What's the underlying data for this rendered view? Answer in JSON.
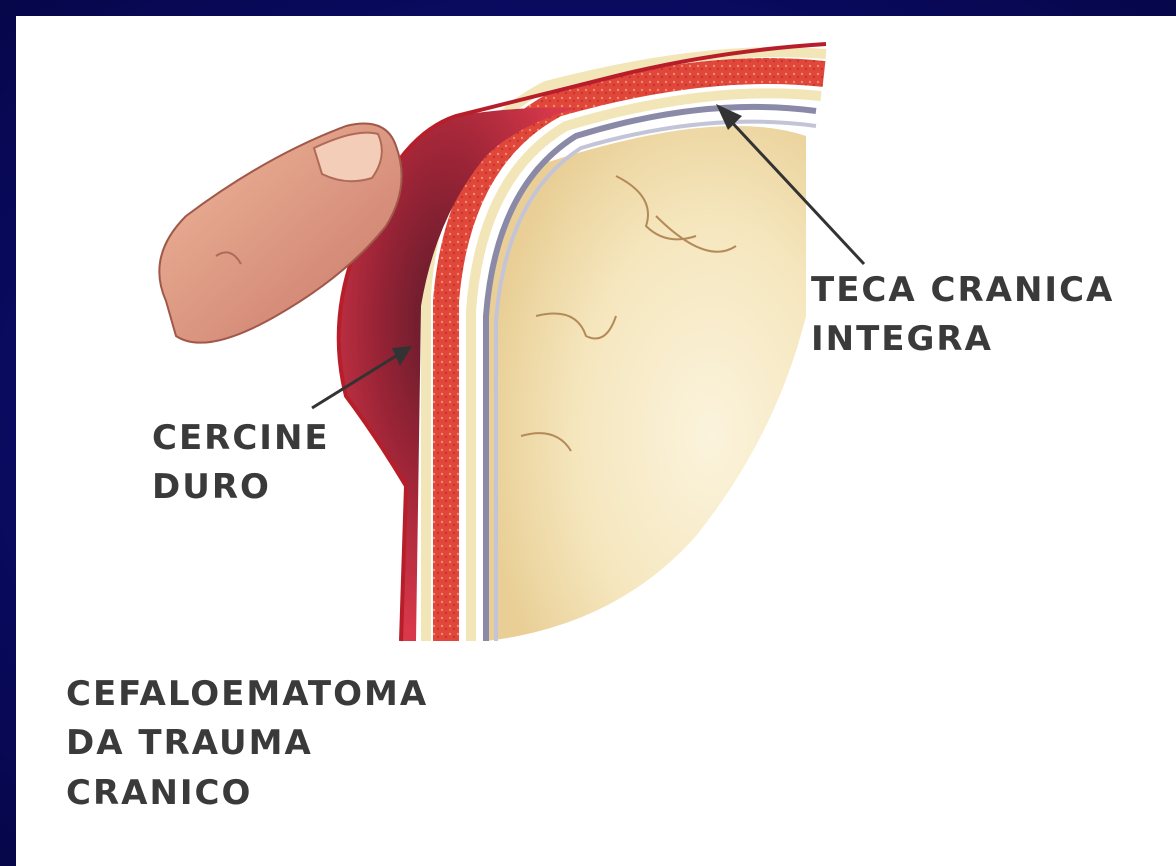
{
  "labels": {
    "teca": {
      "line1": "TECA CRANICA",
      "line2": "INTEGRA"
    },
    "cercine": {
      "line1": "CERCINE",
      "line2": "DURO"
    },
    "title": {
      "line1": "CEFALOEMATOMA",
      "line2": "DA TRAUMA",
      "line3": "CRANICO"
    }
  },
  "colors": {
    "background": "#0b0b66",
    "panel": "#ffffff",
    "scalp": "#d83a3a",
    "bone_marrow": "#e04a3a",
    "bone_edge": "#f2e6b8",
    "brain": "#f3e4b8",
    "hematoma": "#c82a3a",
    "finger": "#e8a888",
    "text": "#3a3a3a"
  }
}
